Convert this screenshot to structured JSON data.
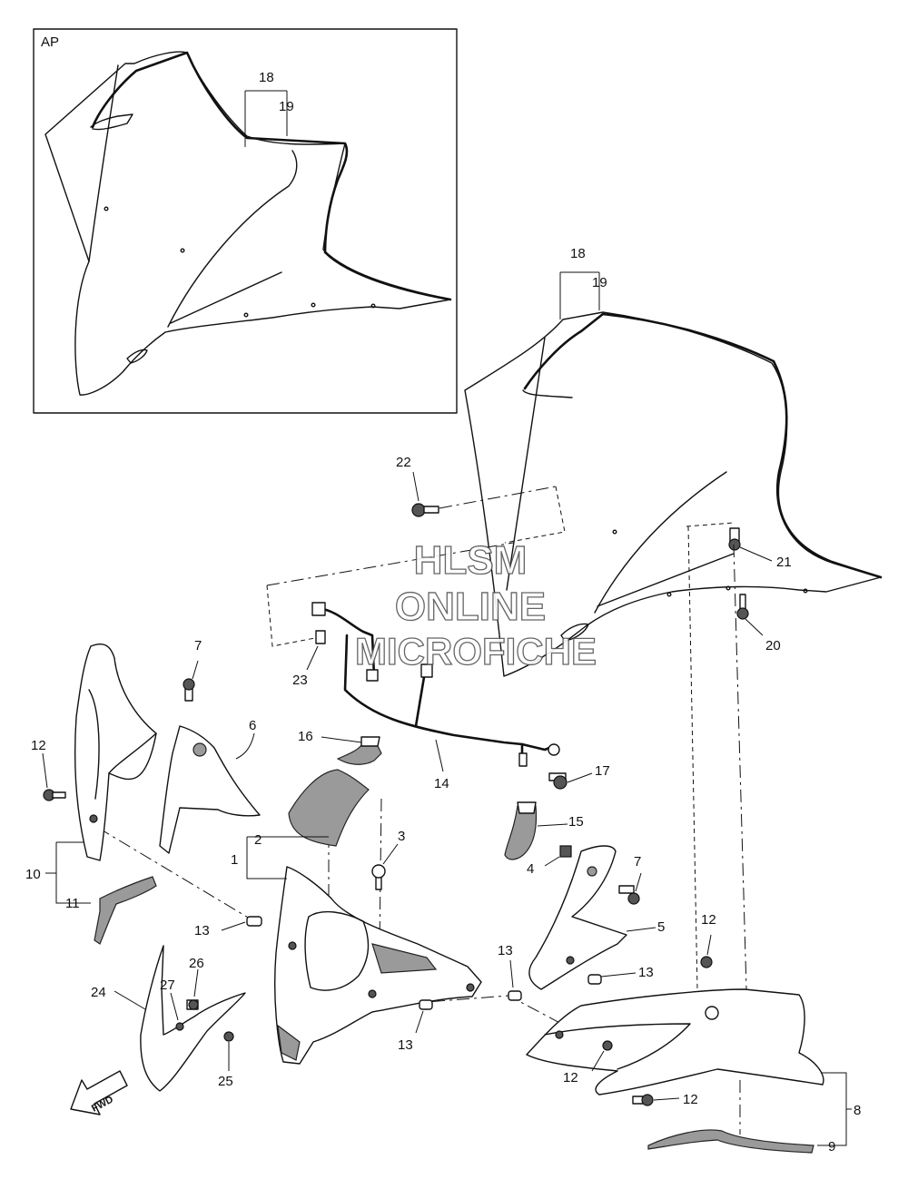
{
  "inset": {
    "label": "AP"
  },
  "callouts": {
    "c1": "1",
    "c2": "2",
    "c3": "3",
    "c4": "4",
    "c5": "5",
    "c6": "6",
    "c7": "7",
    "c8": "8",
    "c9": "9",
    "c10": "10",
    "c11": "11",
    "c12": "12",
    "c13": "13",
    "c14": "14",
    "c15": "15",
    "c16": "16",
    "c17": "17",
    "c18": "18",
    "c19": "19",
    "c20": "20",
    "c21": "21",
    "c22": "22",
    "c23": "23",
    "c24": "24",
    "c25": "25",
    "c26": "26",
    "c27": "27"
  },
  "fwd_arrow": {
    "label": "FWD"
  },
  "watermark": {
    "line1": "HLSM",
    "line2": "ONLINE",
    "line3": "MICROFICHE"
  }
}
